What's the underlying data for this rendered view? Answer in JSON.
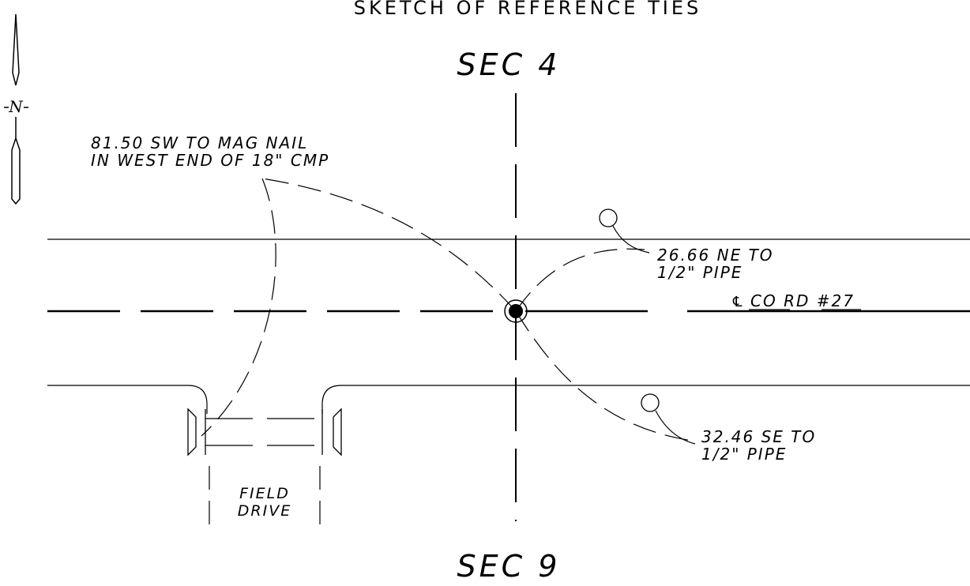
{
  "title": "SKETCH OF REFERENCE TIES",
  "north_label": "N",
  "sec_north": "SEC 4",
  "sec_south": "SEC 9",
  "road_label": "CO RD #27",
  "centerline_symbol": "℄",
  "tie_sw_line1": "81.50 SW TO MAG NAIL",
  "tie_sw_line2": "IN WEST END OF 18\" CMP",
  "tie_ne_line1": "26.66 NE TO",
  "tie_ne_line2": "1/2\" PIPE",
  "tie_se_line1": "32.46 SE TO",
  "tie_se_line2": "1/2\" PIPE",
  "drive_line1": "FIELD",
  "drive_line2": "DRIVE",
  "icons": {
    "north_arrow": "north-arrow-icon",
    "section_corner": "section-corner-icon",
    "pipe_monument": "pipe-monument-icon"
  }
}
